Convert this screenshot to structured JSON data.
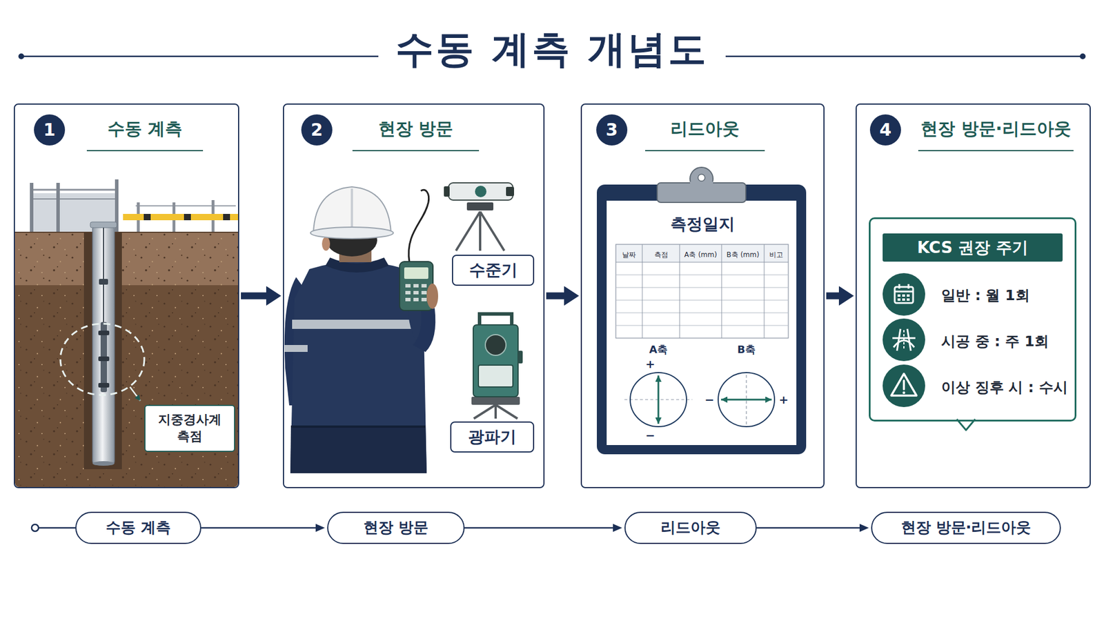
{
  "diagram": {
    "title": "수동 계측 개념도",
    "nodes": [
      {
        "text": [
          "수동 계측"
        ]
      },
      {
        "text": [
          "1"
        ],
        "in": 0
      },
      {
        "text": [
          "지중경사계 측점"
        ],
        "in": 0
      },
      {
        "text": [
          "현장 방문"
        ]
      },
      {
        "text": [
          "2"
        ],
        "in": 3
      },
      {
        "text": [
          "수준기"
        ],
        "in": 3
      },
      {
        "text": [
          "광파기"
        ],
        "in": 3
      },
      {
        "text": [
          "리드아웃"
        ]
      },
      {
        "text": [
          "3"
        ],
        "in": 7
      },
      {
        "text": [
          "측정일지"
        ],
        "in": 7
      },
      {
        "text": [
          "현장 방문·리드아웃"
        ]
      },
      {
        "text": [
          "4"
        ],
        "in": 10
      },
      {
        "text": [
          "KCS 권장 주기",
          "일반 : 월 1회",
          "시공 중 : 주 1회",
          "이상 징후 시 : 수시"
        ],
        "in": 10
      },
      {
        "text": [
          "수동 계측"
        ]
      },
      {
        "text": [
          "현장 방문"
        ]
      },
      {
        "text": [
          "리드아웃"
        ]
      },
      {
        "text": [
          "현장 방문·리드아웃"
        ]
      }
    ],
    "edges": [
      {
        "from": 0,
        "to": 3,
        "arrow": "to"
      },
      {
        "from": 3,
        "to": 7,
        "arrow": "to"
      },
      {
        "from": 7,
        "to": 10,
        "arrow": "to"
      },
      {
        "from": 13,
        "to": 14,
        "arrow": "to"
      },
      {
        "from": 14,
        "to": 15,
        "arrow": "to"
      },
      {
        "from": 15,
        "to": 16,
        "arrow": "to"
      }
    ],
    "labels": [
      "날짜",
      "측점",
      "A축 (mm)",
      "B축 (mm)",
      "비고",
      "A축",
      "+",
      "−",
      "B축",
      "−",
      "+"
    ]
  }
}
